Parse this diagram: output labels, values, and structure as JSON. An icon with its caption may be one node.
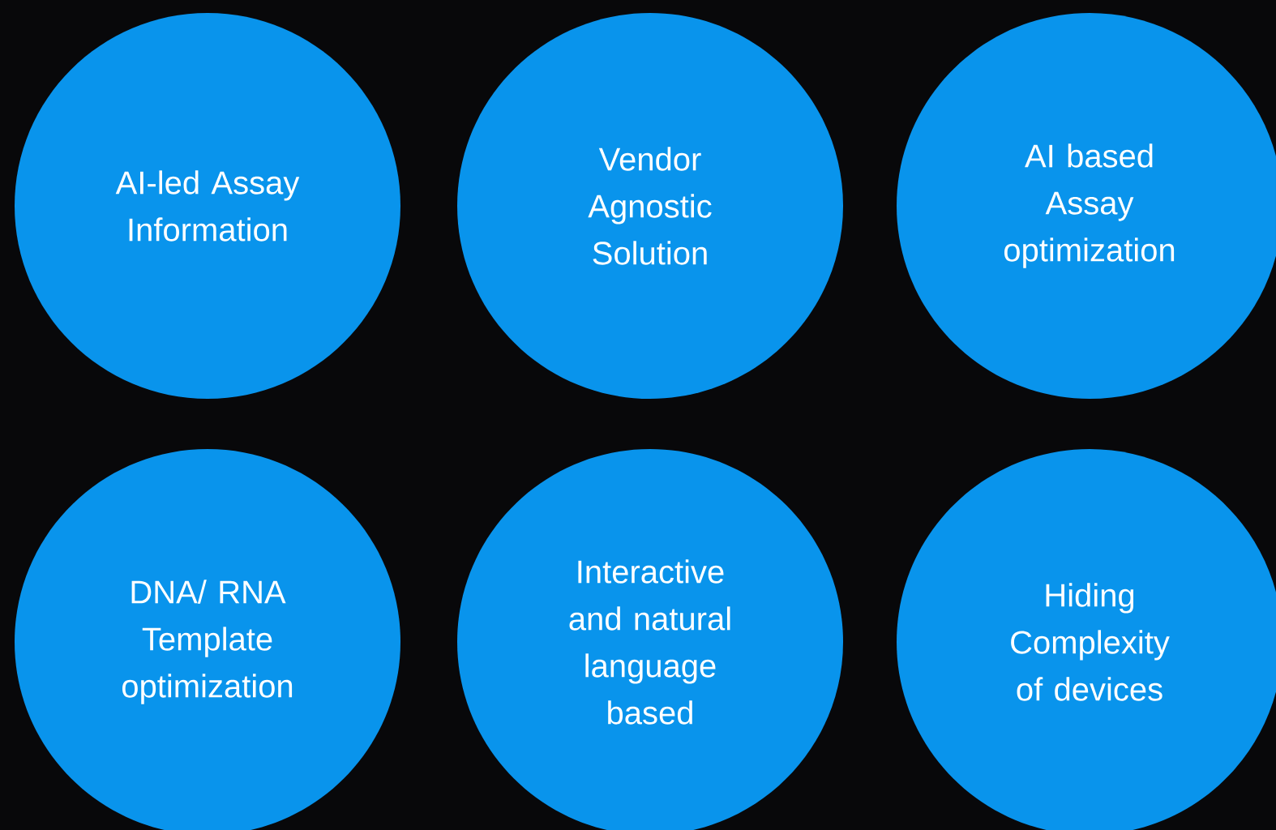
{
  "diagram": {
    "nodes": [
      {
        "text": [
          "AI-led Assay Information"
        ]
      },
      {
        "text": [
          "Vendor Agnostic Solution"
        ]
      },
      {
        "text": [
          "AI based Assay optimization"
        ]
      },
      {
        "text": [
          "DNA/ RNA Template optimization"
        ]
      },
      {
        "text": [
          "Interactive and natural language based"
        ]
      },
      {
        "text": [
          "Hiding Complexity of devices"
        ]
      }
    ]
  }
}
